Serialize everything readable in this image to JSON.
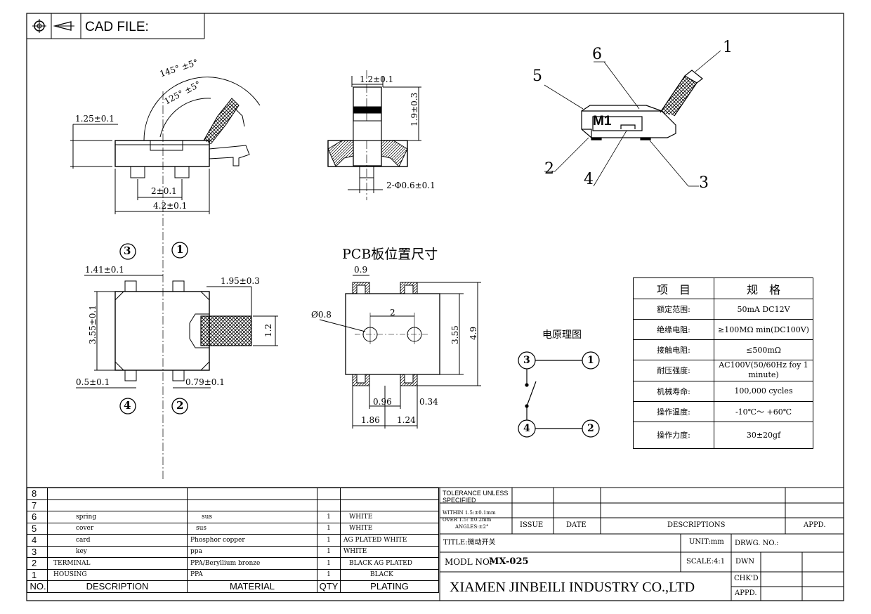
{
  "header": {
    "cad_label": "CAD FILE:"
  },
  "side_view": {
    "angle_outer": "145° ±5°",
    "angle_inner": "125° ±5°",
    "height_dim": "1.25±0.1",
    "pin_spacing": "2±0.1",
    "total_width": "4.2±0.1"
  },
  "front_view": {
    "width_dim": "1.2±0.1",
    "height_dim": "1.9±0.3",
    "pin_dim": "2-Φ0.6±0.1"
  },
  "iso_view": {
    "callouts": [
      "1",
      "2",
      "3",
      "4",
      "5",
      "6"
    ],
    "mark": "M1"
  },
  "top_view": {
    "pin_top_left": "3",
    "pin_top_right": "1",
    "pin_bottom_left": "4",
    "pin_bottom_right": "2",
    "dim_offset": "1.41±0.1",
    "dim_lever": "1.95±0.3",
    "dim_height": "3.55±0.1",
    "dim_lever_w": "1.2",
    "dim_pin_w": "0.5±0.1",
    "dim_pin_off": "0.79±0.1"
  },
  "pcb": {
    "title": "PCB板位置尺寸",
    "dim_pad": "0.9",
    "hole": "Ø0.8",
    "hole_spacing": "2",
    "inner_height": "3.55",
    "outer_height": "4.9",
    "dim_a": "0.96",
    "dim_b": "0.34",
    "dim_c": "1.86",
    "dim_d": "1.24"
  },
  "schematic": {
    "title": "电原理图",
    "pins": [
      "3",
      "1",
      "4",
      "2"
    ]
  },
  "spec_table": {
    "header": [
      "项　目",
      "规　格"
    ],
    "rows": [
      [
        "额定范围:",
        "50mA DC12V"
      ],
      [
        "绝缘电阻:",
        "≥100MΩ min(DC100V)"
      ],
      [
        "接触电阻:",
        "≤500mΩ"
      ],
      [
        "耐压强度:",
        "AC100V(50/60Hz foy 1 minute)"
      ],
      [
        "机械寿命:",
        "100,000 cycles"
      ],
      [
        "操作温度:",
        "-10℃～ +60℃"
      ],
      [
        "操作力度:",
        "30±20gf"
      ]
    ]
  },
  "bom": {
    "rows": [
      {
        "no": "8",
        "desc": "",
        "material": "",
        "qty": "",
        "plating": ""
      },
      {
        "no": "7",
        "desc": "",
        "material": "",
        "qty": "",
        "plating": ""
      },
      {
        "no": "6",
        "desc": "spring",
        "material": "sus",
        "qty": "1",
        "plating": "WHITE"
      },
      {
        "no": "5",
        "desc": "cover",
        "material": "sus",
        "qty": "1",
        "plating": "WHITE"
      },
      {
        "no": "4",
        "desc": "card",
        "material": "Phosphor copper",
        "qty": "1",
        "plating": "AG PLATED  WHITE"
      },
      {
        "no": "3",
        "desc": "key",
        "material": "ppa",
        "qty": "1",
        "plating": "WHITE"
      },
      {
        "no": "2",
        "desc": "TERMINAL",
        "material": "PPA/Beryllium bronze",
        "qty": "1",
        "plating": "BLACK   AG PLATED"
      },
      {
        "no": "1",
        "desc": "HOUSING",
        "material": "PPA",
        "qty": "1",
        "plating": "BLACK"
      }
    ],
    "header": {
      "no": "NO.",
      "desc": "DESCRIPTION",
      "material": "MATERIAL",
      "qty": "QTY",
      "plating": "PLATING"
    }
  },
  "title_block": {
    "tolerance_title": "TOLERANCE UNLESS SPECIFIED",
    "tol1": "WITHIN 1.5:±0.1mm",
    "tol2": "OVER 1.5: ±0.2mm",
    "tol3": "ANGLES:±2°",
    "issue": "ISSUE",
    "date": "DATE",
    "descriptions": "DESCRIPTIONS",
    "appd": "APPD.",
    "title": "TITLE:微动开关",
    "unit": "UNIT:mm",
    "drwg": "DRWG. NO.:",
    "model_label": "MODL NO:",
    "model": "MX-025",
    "scale": "SCALE:4:1",
    "dwn": "DWN",
    "company": "XIAMEN JINBEILI INDUSTRY CO.,LTD",
    "chkd": "CHK'D",
    "appd2": "APPD."
  }
}
